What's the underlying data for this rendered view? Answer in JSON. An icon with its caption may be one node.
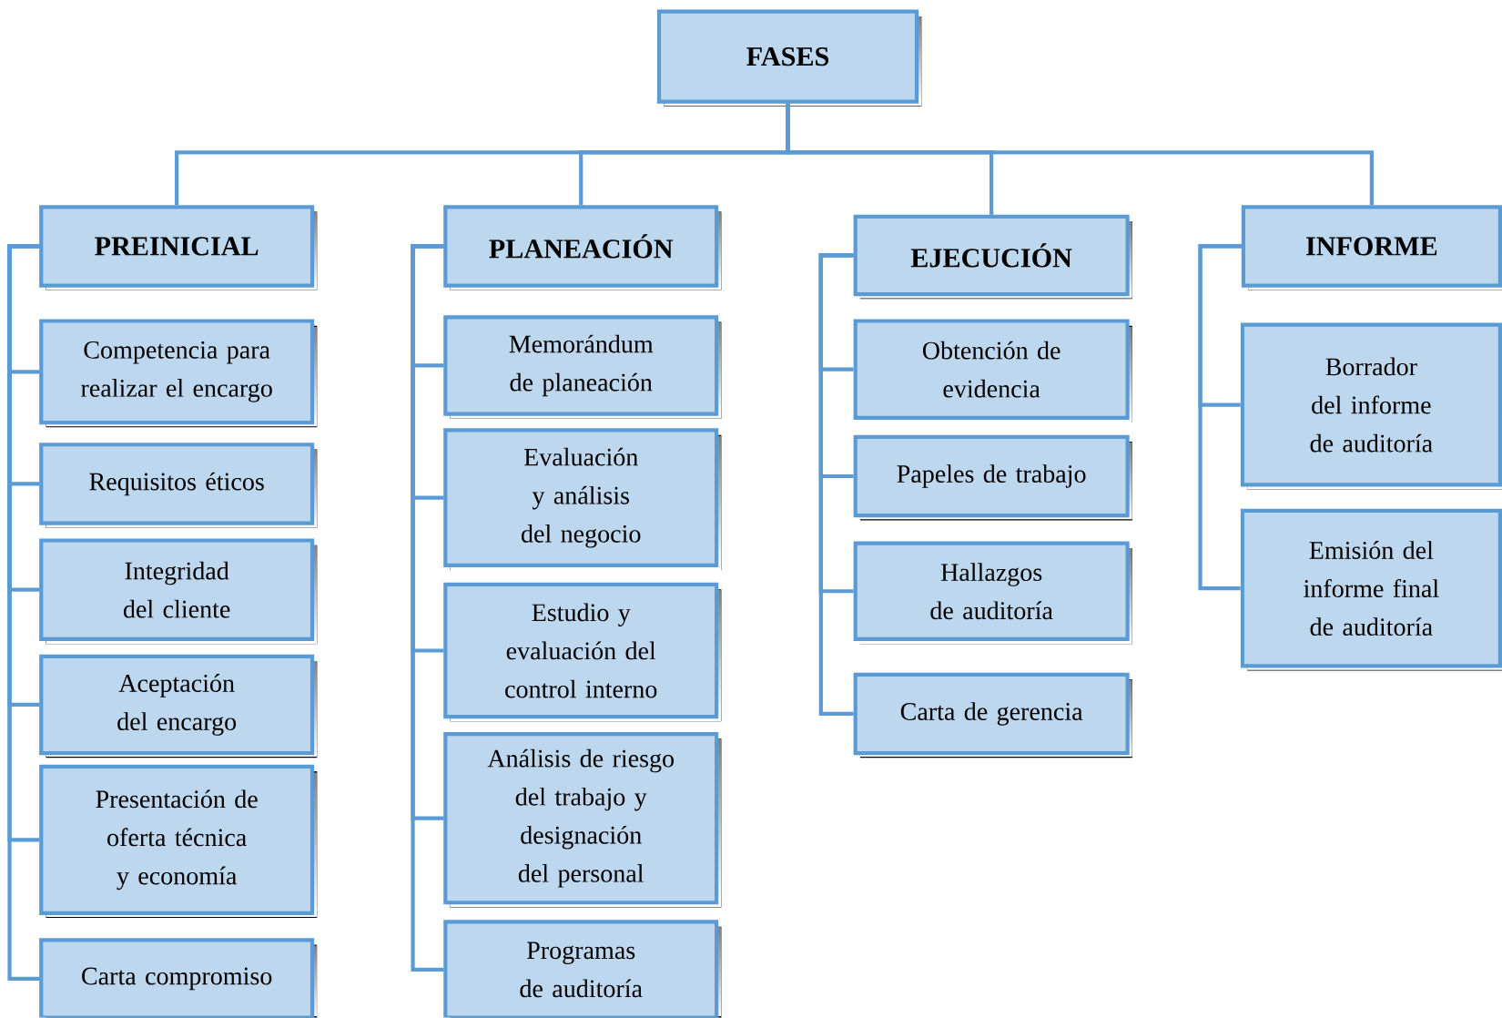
{
  "diagram": {
    "nodes": [
      {
        "text": [
          "FASES"
        ]
      },
      {
        "text": [
          "PREINICIAL"
        ]
      },
      {
        "text": [
          "PLANEACIÓN"
        ]
      },
      {
        "text": [
          "EJECUCIÓN"
        ]
      },
      {
        "text": [
          "INFORME"
        ]
      },
      {
        "text": [
          "Competencia para realizar el encargo"
        ]
      },
      {
        "text": [
          "Requisitos éticos"
        ]
      },
      {
        "text": [
          "Integridad del cliente"
        ]
      },
      {
        "text": [
          "Aceptación del encargo"
        ]
      },
      {
        "text": [
          "Presentación de oferta técnica y economía"
        ]
      },
      {
        "text": [
          "Carta compromiso"
        ]
      },
      {
        "text": [
          "Memorándum de planeación"
        ]
      },
      {
        "text": [
          "Evaluación y análisis del negocio"
        ]
      },
      {
        "text": [
          "Estudio y evaluación del control interno"
        ]
      },
      {
        "text": [
          "Análisis de riesgo del trabajo y designación del personal"
        ]
      },
      {
        "text": [
          "Programas de auditoría"
        ]
      },
      {
        "text": [
          "Obtención de evidencia"
        ]
      },
      {
        "text": [
          "Papeles de trabajo"
        ]
      },
      {
        "text": [
          "Hallazgos de auditoría"
        ]
      },
      {
        "text": [
          "Carta de gerencia"
        ]
      },
      {
        "text": [
          "Borrador del informe de auditoría"
        ]
      },
      {
        "text": [
          "Emisión del informe final de auditoría"
        ]
      }
    ],
    "edges": [
      {
        "from": 0,
        "to": 1,
        "arrow": "none"
      },
      {
        "from": 0,
        "to": 2,
        "arrow": "none"
      },
      {
        "from": 0,
        "to": 3,
        "arrow": "none"
      },
      {
        "from": 0,
        "to": 4,
        "arrow": "none"
      },
      {
        "from": 1,
        "to": 5,
        "arrow": "none"
      },
      {
        "from": 1,
        "to": 6,
        "arrow": "none"
      },
      {
        "from": 1,
        "to": 7,
        "arrow": "none"
      },
      {
        "from": 1,
        "to": 8,
        "arrow": "none"
      },
      {
        "from": 1,
        "to": 9,
        "arrow": "none"
      },
      {
        "from": 1,
        "to": 10,
        "arrow": "none"
      },
      {
        "from": 2,
        "to": 11,
        "arrow": "none"
      },
      {
        "from": 2,
        "to": 12,
        "arrow": "none"
      },
      {
        "from": 2,
        "to": 13,
        "arrow": "none"
      },
      {
        "from": 2,
        "to": 14,
        "arrow": "none"
      },
      {
        "from": 2,
        "to": 15,
        "arrow": "none"
      },
      {
        "from": 3,
        "to": 16,
        "arrow": "none"
      },
      {
        "from": 3,
        "to": 17,
        "arrow": "none"
      },
      {
        "from": 3,
        "to": 18,
        "arrow": "none"
      },
      {
        "from": 3,
        "to": 19,
        "arrow": "none"
      },
      {
        "from": 4,
        "to": 20,
        "arrow": "none"
      },
      {
        "from": 4,
        "to": 21,
        "arrow": "none"
      }
    ]
  }
}
